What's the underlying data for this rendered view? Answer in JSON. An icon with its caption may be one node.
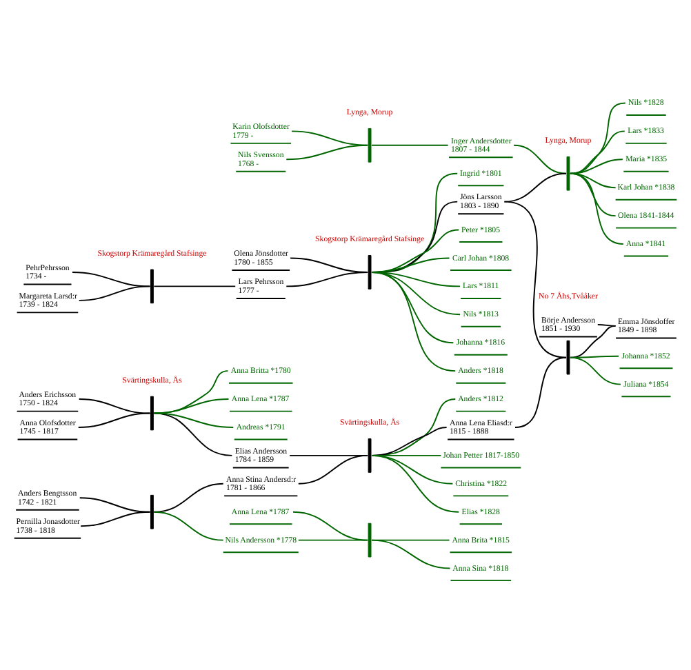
{
  "diagram": {
    "nodes": [
      {
        "text": [
          "Börje Andersson",
          "1851 - 1930"
        ],
        "beside": [
          "No 7 Åhs,Tvååker"
        ]
      },
      {
        "text": [
          "Nils Svensson",
          "1768 -"
        ]
      },
      {
        "text": [
          "Karin Olofsdotter",
          "1779 -"
        ]
      },
      {
        "text": [],
        "shape": "bar",
        "beside": [
          "Lynga, Morup"
        ]
      },
      {
        "text": [
          "Inger Andersdotter",
          "1807 - 1844"
        ]
      },
      {
        "text": [],
        "shape": "bar",
        "beside": [
          "Lynga, Morup"
        ]
      },
      {
        "text": [
          "Nils *1828"
        ]
      },
      {
        "text": [
          "Lars *1833"
        ]
      },
      {
        "text": [
          "Maria *1835"
        ]
      },
      {
        "text": [
          "Karl Johan *1838"
        ]
      },
      {
        "text": [
          "Olena 1841-1844"
        ]
      },
      {
        "text": [
          "Anna *1841"
        ]
      },
      {
        "text": [
          "PehrPehrsson",
          "1734 -"
        ]
      },
      {
        "text": [
          "Margareta Larsd:r",
          "1739 - 1824"
        ]
      },
      {
        "text": [],
        "shape": "bar",
        "beside": [
          "Skogstorp Krämaregård Stafsinge"
        ]
      },
      {
        "text": [
          "Lars Pehrsson",
          "1777 -"
        ]
      },
      {
        "text": [
          "Olena Jönsdotter",
          "1780 - 1855"
        ]
      },
      {
        "text": [],
        "shape": "bar",
        "beside": [
          "Skogstorp Krämaregård Stafsinge"
        ]
      },
      {
        "text": [
          "Ingrid *1801"
        ]
      },
      {
        "text": [
          "Jöns Larsson",
          "1803 - 1890"
        ]
      },
      {
        "text": [
          "Peter *1805"
        ]
      },
      {
        "text": [
          "Carl Johan *1808"
        ]
      },
      {
        "text": [
          "Lars *1811"
        ]
      },
      {
        "text": [
          "Nils *1813"
        ]
      },
      {
        "text": [
          "Johanna *1816"
        ]
      },
      {
        "text": [
          "Anders *1818"
        ]
      },
      {
        "text": [],
        "shape": "bar"
      },
      {
        "text": [
          "Emma Jönsdoffer",
          "1849 - 1898"
        ]
      },
      {
        "text": [
          "Johanna *1852"
        ]
      },
      {
        "text": [
          "Juliana *1854"
        ]
      },
      {
        "text": [
          "Anders Erichsson",
          "1750 - 1824"
        ]
      },
      {
        "text": [
          "Anna Olofsdotter",
          "1745 - 1817"
        ]
      },
      {
        "text": [],
        "shape": "bar",
        "beside": [
          "Svärtingskulla, Ås"
        ]
      },
      {
        "text": [
          "Anna Britta *1780"
        ]
      },
      {
        "text": [
          "Elias Andersson",
          "1784 - 1859"
        ]
      },
      {
        "text": [
          "Anna Lena *1787"
        ]
      },
      {
        "text": [
          "Andreas *1791"
        ]
      },
      {
        "text": [
          "Anders Bengtsson",
          "1742 - 1821"
        ]
      },
      {
        "text": [
          "Pernilla Jonasdotter",
          "1738 - 1818"
        ]
      },
      {
        "text": [],
        "shape": "bar"
      },
      {
        "text": [
          "Anna Stina Andersd:r",
          "1781 - 1866"
        ]
      },
      {
        "text": [
          "Nils Andersson *1778"
        ]
      },
      {
        "text": [
          "Anna Lena *1787"
        ]
      },
      {
        "text": [],
        "shape": "bar",
        "beside": [
          "Svärtingskulla, Ås"
        ]
      },
      {
        "text": [
          "Anders *1812"
        ]
      },
      {
        "text": [
          "Anna Lena Eliasd:r",
          "1815 - 1888"
        ]
      },
      {
        "text": [
          "Johan Petter 1817-1850"
        ]
      },
      {
        "text": [
          "Christina *1822"
        ]
      },
      {
        "text": [
          "Elias *1828"
        ]
      },
      {
        "text": [],
        "shape": "bar"
      },
      {
        "text": [
          "Anna Brita *1815"
        ]
      },
      {
        "text": [
          "Anna Sina *1818"
        ]
      }
    ],
    "edges": [
      {
        "from": 1,
        "to": 3,
        "arrow": "none"
      },
      {
        "from": 2,
        "to": 3,
        "arrow": "none"
      },
      {
        "from": 3,
        "to": 4,
        "arrow": "none"
      },
      {
        "from": 4,
        "to": 5,
        "arrow": "none"
      },
      {
        "from": 19,
        "to": 5,
        "arrow": "none",
        "color": "#000000"
      },
      {
        "from": 5,
        "to": 6,
        "arrow": "none"
      },
      {
        "from": 5,
        "to": 7,
        "arrow": "none"
      },
      {
        "from": 5,
        "to": 8,
        "arrow": "none"
      },
      {
        "from": 5,
        "to": 9,
        "arrow": "none"
      },
      {
        "from": 5,
        "to": 10,
        "arrow": "none"
      },
      {
        "from": 5,
        "to": 11,
        "arrow": "none"
      },
      {
        "from": 12,
        "to": 14,
        "arrow": "none",
        "color": "#000000"
      },
      {
        "from": 13,
        "to": 14,
        "arrow": "none",
        "color": "#000000"
      },
      {
        "from": 14,
        "to": 15,
        "arrow": "none",
        "color": "#000000"
      },
      {
        "from": 15,
        "to": 17,
        "arrow": "none",
        "color": "#000000"
      },
      {
        "from": 16,
        "to": 17,
        "arrow": "none",
        "color": "#000000"
      },
      {
        "from": 17,
        "to": 18,
        "arrow": "none"
      },
      {
        "from": 17,
        "to": 19,
        "arrow": "none",
        "color": "#000000"
      },
      {
        "from": 17,
        "to": 20,
        "arrow": "none"
      },
      {
        "from": 17,
        "to": 21,
        "arrow": "none"
      },
      {
        "from": 17,
        "to": 22,
        "arrow": "none"
      },
      {
        "from": 17,
        "to": 23,
        "arrow": "none"
      },
      {
        "from": 17,
        "to": 24,
        "arrow": "none"
      },
      {
        "from": 17,
        "to": 25,
        "arrow": "none"
      },
      {
        "from": 19,
        "to": 26,
        "arrow": "none",
        "color": "#000000"
      },
      {
        "from": 45,
        "to": 26,
        "arrow": "none",
        "color": "#000000"
      },
      {
        "from": 26,
        "to": 27,
        "arrow": "none",
        "color": "#000000"
      },
      {
        "from": 26,
        "to": 28,
        "arrow": "none"
      },
      {
        "from": 26,
        "to": 29,
        "arrow": "none"
      },
      {
        "from": 0,
        "to": 27,
        "arrow": "none",
        "color": "#000000"
      },
      {
        "from": 30,
        "to": 32,
        "arrow": "none",
        "color": "#000000"
      },
      {
        "from": 31,
        "to": 32,
        "arrow": "none",
        "color": "#000000"
      },
      {
        "from": 32,
        "to": 33,
        "arrow": "none"
      },
      {
        "from": 32,
        "to": 34,
        "arrow": "none",
        "color": "#000000"
      },
      {
        "from": 32,
        "to": 35,
        "arrow": "none"
      },
      {
        "from": 32,
        "to": 36,
        "arrow": "none"
      },
      {
        "from": 37,
        "to": 39,
        "arrow": "none",
        "color": "#000000"
      },
      {
        "from": 38,
        "to": 39,
        "arrow": "none",
        "color": "#000000"
      },
      {
        "from": 39,
        "to": 40,
        "arrow": "none",
        "color": "#000000"
      },
      {
        "from": 39,
        "to": 41,
        "arrow": "none"
      },
      {
        "from": 34,
        "to": 43,
        "arrow": "none",
        "color": "#000000"
      },
      {
        "from": 40,
        "to": 43,
        "arrow": "none",
        "color": "#000000"
      },
      {
        "from": 43,
        "to": 44,
        "arrow": "none"
      },
      {
        "from": 43,
        "to": 45,
        "arrow": "none",
        "color": "#000000"
      },
      {
        "from": 43,
        "to": 46,
        "arrow": "none"
      },
      {
        "from": 43,
        "to": 47,
        "arrow": "none"
      },
      {
        "from": 43,
        "to": 48,
        "arrow": "none"
      },
      {
        "from": 41,
        "to": 49,
        "arrow": "none"
      },
      {
        "from": 42,
        "to": 49,
        "arrow": "none"
      },
      {
        "from": 49,
        "to": 50,
        "arrow": "none"
      },
      {
        "from": 49,
        "to": 51,
        "arrow": "none"
      }
    ]
  }
}
